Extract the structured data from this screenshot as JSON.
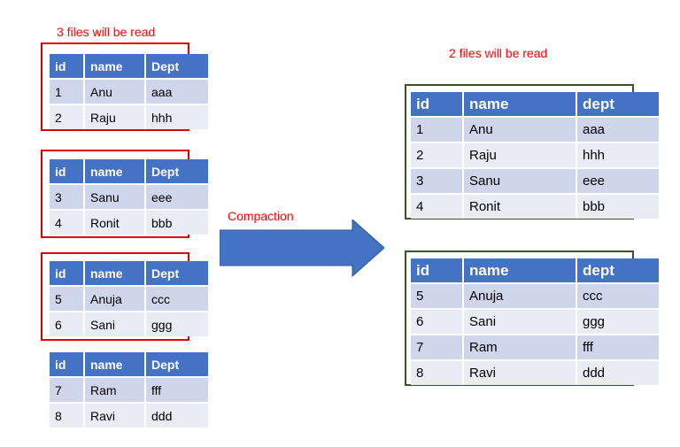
{
  "left_label": "3 files will be read",
  "right_label": "2 files will be read",
  "arrow_label": "Compaction",
  "colors": {
    "header": "#4472c4",
    "odd_row": "#cfd5ea",
    "even_row": "#e9ebf5",
    "red_border": "#e00000",
    "green_border": "#375623",
    "arrow": "#4472c4"
  },
  "small_headers": [
    "id",
    "name",
    "Dept"
  ],
  "big_headers": [
    "id",
    "name",
    "dept"
  ],
  "left_tables": [
    {
      "rows": [
        [
          "1",
          "Anu",
          "aaa"
        ],
        [
          "2",
          "Raju",
          "hhh"
        ]
      ]
    },
    {
      "rows": [
        [
          "3",
          "Sanu",
          "eee"
        ],
        [
          "4",
          "Ronit",
          "bbb"
        ]
      ]
    },
    {
      "rows": [
        [
          "5",
          "Anuja",
          "ccc"
        ],
        [
          "6",
          "Sani",
          "ggg"
        ]
      ]
    },
    {
      "rows": [
        [
          "7",
          "Ram",
          "fff"
        ],
        [
          "8",
          "Ravi",
          "ddd"
        ]
      ]
    }
  ],
  "right_tables": [
    {
      "rows": [
        [
          "1",
          "Anu",
          "aaa"
        ],
        [
          "2",
          "Raju",
          "hhh"
        ],
        [
          "3",
          "Sanu",
          "eee"
        ],
        [
          "4",
          "Ronit",
          "bbb"
        ]
      ]
    },
    {
      "rows": [
        [
          "5",
          "Anuja",
          "ccc"
        ],
        [
          "6",
          "Sani",
          "ggg"
        ],
        [
          "7",
          "Ram",
          "fff"
        ],
        [
          "8",
          "Ravi",
          "ddd"
        ]
      ]
    }
  ]
}
